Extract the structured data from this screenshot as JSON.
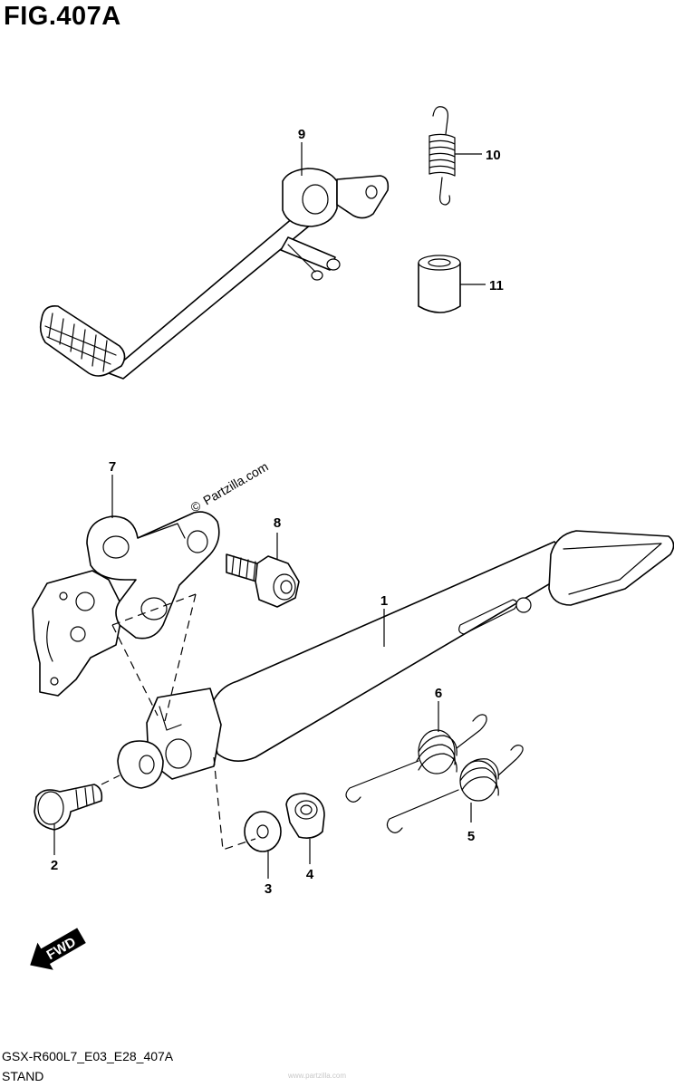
{
  "figure": {
    "title": "FIG.407A",
    "code": "GSX-R600L7_E03_E28_407A",
    "name": "STAND",
    "watermark": "Partzilla.com",
    "watermark_symbol": "©",
    "faint_text": "www.partzilla.com"
  },
  "direction": {
    "label": "FWD"
  },
  "callouts": [
    {
      "id": "1",
      "label": "1"
    },
    {
      "id": "2",
      "label": "2"
    },
    {
      "id": "3",
      "label": "3"
    },
    {
      "id": "4",
      "label": "4"
    },
    {
      "id": "5",
      "label": "5"
    },
    {
      "id": "6",
      "label": "6"
    },
    {
      "id": "7",
      "label": "7"
    },
    {
      "id": "8",
      "label": "8"
    },
    {
      "id": "9",
      "label": "9"
    },
    {
      "id": "10",
      "label": "10"
    },
    {
      "id": "11",
      "label": "11"
    }
  ]
}
